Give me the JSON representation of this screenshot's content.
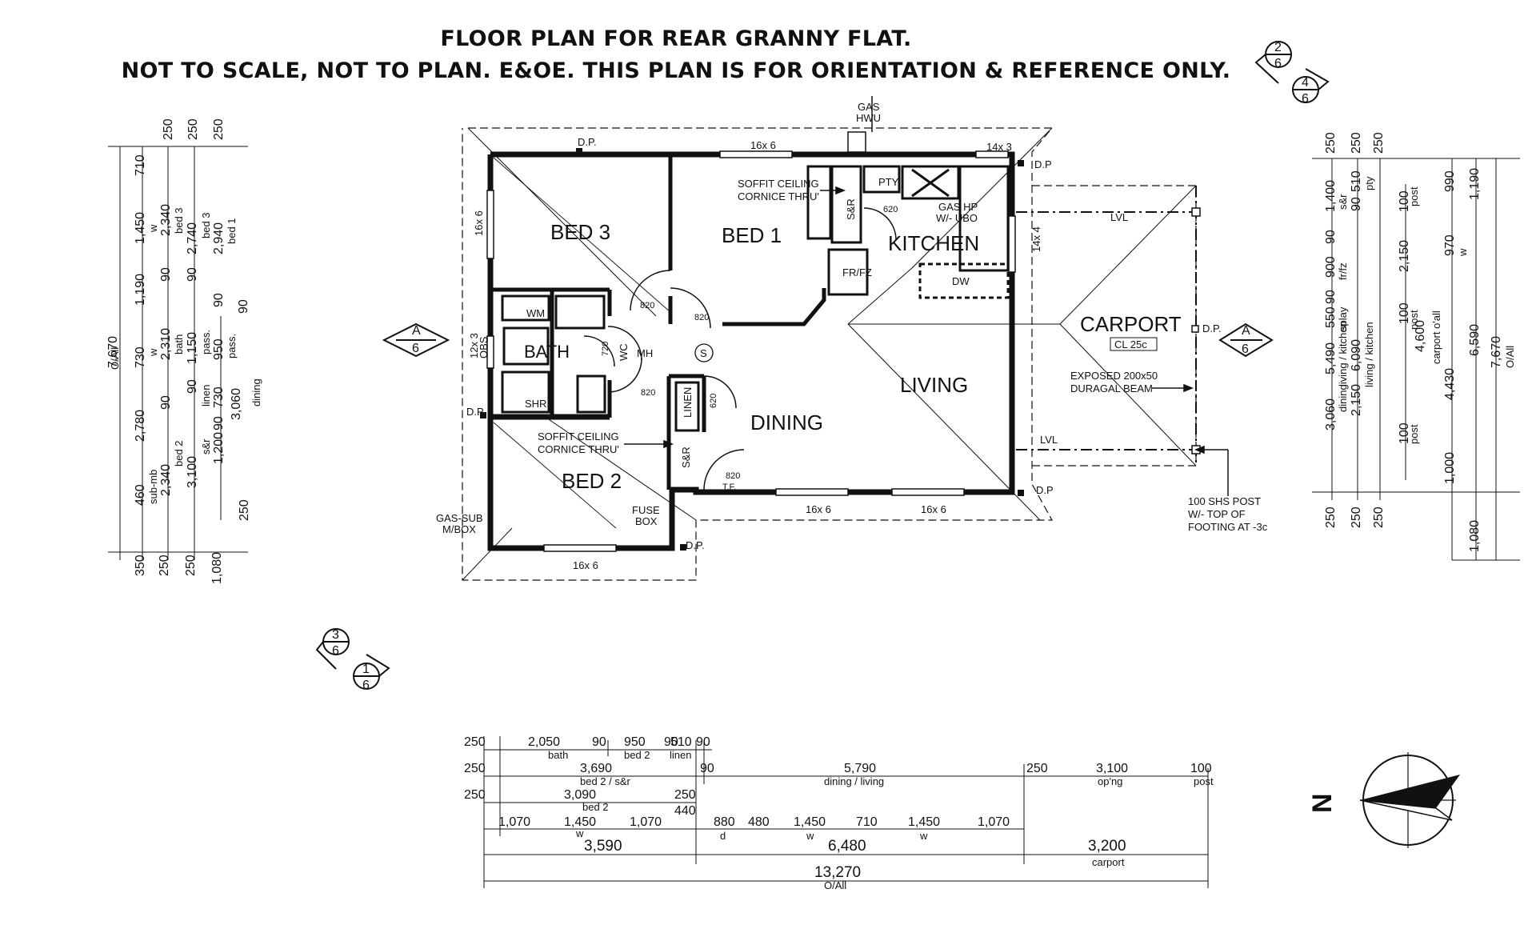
{
  "header": {
    "title": "FLOOR PLAN FOR REAR GRANNY FLAT.",
    "subtitle": "NOT TO SCALE, NOT TO PLAN. E&OE. THIS PLAN IS FOR ORIENTATION & REFERENCE ONLY."
  },
  "rooms": {
    "bed3": "BED 3",
    "bed1": "BED 1",
    "bed2": "BED 2",
    "kitchen": "KITCHEN",
    "bath": "BATH",
    "dining": "DINING",
    "living": "LIVING",
    "carport": "CARPORT"
  },
  "labels": {
    "gas_hwu_1": "GAS",
    "gas_hwu_2": "HWU",
    "dp": "D.P.",
    "dp2": "D.P",
    "win_top": "16x 6",
    "win_top2": "14x 3",
    "win_bot1": "16x 6",
    "win_bot2": "16x 6",
    "win_bot3": "16x 6",
    "win_left": "16x 6",
    "win_right": "14x 4",
    "win_obs": "12x 3",
    "obs": "OBS",
    "soffit1a": "SOFFIT CEILING",
    "soffit1b": "CORNICE THRU'",
    "soffit2a": "SOFFIT CEILING",
    "soffit2b": "CORNICE THRU'",
    "sr": "S&R",
    "pty": "PTY",
    "frfz": "FR/FZ",
    "dw": "DW",
    "gashp1": "GAS HP",
    "gashp2": "W/- UBO",
    "wm": "WM",
    "shr": "SHR",
    "wc": "WC",
    "mh": "MH",
    "linen": "LINEN",
    "s": "S",
    "tf": "T.F.",
    "d820a": "820",
    "d820b": "820",
    "d820c": "820",
    "d820d": "820",
    "d720": "720",
    "d620a": "620",
    "d620b": "620",
    "fuse1": "FUSE",
    "fuse2": "BOX",
    "gassub1": "GAS-SUB",
    "gassub2": "M/BOX",
    "lvl": "LVL",
    "cl": "CL 25c",
    "beam1": "EXPOSED 200x50",
    "beam2": "DURAGAL BEAM",
    "post1": "100 SHS POST",
    "post2": "W/- TOP OF",
    "post3": "FOOTING AT -3c"
  },
  "section_markers": {
    "a": "A",
    "six": "6",
    "two": "2",
    "four": "4",
    "three": "3",
    "one": "1"
  },
  "compass": {
    "label": "N"
  },
  "bottom_dims": {
    "r1": [
      "250",
      "2,050",
      "90",
      "950",
      "90",
      "510",
      "90"
    ],
    "r1_sub": [
      "bath",
      "bed 2",
      "linen"
    ],
    "r2": [
      "250",
      "3,690",
      "90",
      "5,790",
      "250",
      "3,100",
      "100"
    ],
    "r2_sub": [
      "bed 2 / s&r",
      "dining / living",
      "op'ng",
      "post"
    ],
    "r3": [
      "250",
      "3,090",
      "250",
      "440"
    ],
    "r3_sub": [
      "bed 2"
    ],
    "r4": [
      "1,070",
      "1,450",
      "1,070",
      "880",
      "480",
      "1,450",
      "710",
      "1,450",
      "1,070"
    ],
    "r4_sub": [
      "w",
      "d",
      "w",
      "w"
    ],
    "r5": [
      "3,590",
      "6,480",
      "3,200"
    ],
    "r5_sub": [
      "carport"
    ],
    "r6": "13,270",
    "r6_sub": "O/All"
  },
  "left_dims": {
    "top": [
      "250",
      "250",
      "250"
    ],
    "c1": [
      "710",
      "1,450",
      "1,190",
      "730",
      "2,780",
      "460"
    ],
    "c1_sub": [
      "O/All"
    ],
    "c2": [
      "2,340",
      "90",
      "2,310",
      "90",
      "2,340"
    ],
    "c2_sub": [
      "w",
      "w",
      "sub-mb"
    ],
    "c3": [
      "2,740",
      "90",
      "1,150",
      "90",
      "3,100"
    ],
    "c3_sub": [
      "bed 3",
      "bath",
      "bed 2"
    ],
    "c4": [
      "2,940",
      "90",
      "950",
      "730",
      "90",
      "1,200"
    ],
    "c4_sub": [
      "bed 3",
      "pass.",
      "linen",
      "s&r"
    ],
    "c5": [
      "90",
      "3,060",
      "250"
    ],
    "c5_sub": [
      "bed 1",
      "pass.",
      "dining"
    ],
    "bottom": [
      "350",
      "250",
      "250",
      "1,080"
    ],
    "partial": "7,670"
  },
  "right_dims": {
    "top": [
      "250",
      "250",
      "250"
    ],
    "c1": [
      "1,400",
      "90",
      "900",
      "90",
      "550",
      "5,490",
      "3,060"
    ],
    "c1_sub": [
      "s&r",
      "fr/fz",
      "splay",
      "living / kitchen",
      "dining"
    ],
    "c2": [
      "510",
      "90",
      "6,090",
      "2,150"
    ],
    "c2_sub": [
      "pty",
      "living / kitchen"
    ],
    "c3": [
      "100",
      "2,150",
      "100",
      "4,600",
      "100"
    ],
    "c3_sub": [
      "post",
      "post",
      "post"
    ],
    "c4": [
      "990",
      "970",
      "4,430",
      "1,000"
    ],
    "c4_sub": [
      "w",
      "carport o'all"
    ],
    "c5": [
      "1,190",
      "6,590",
      "7,670",
      "1,080"
    ],
    "c5_sub": [
      "O/All"
    ],
    "bottom": [
      "250",
      "250",
      "250"
    ]
  }
}
